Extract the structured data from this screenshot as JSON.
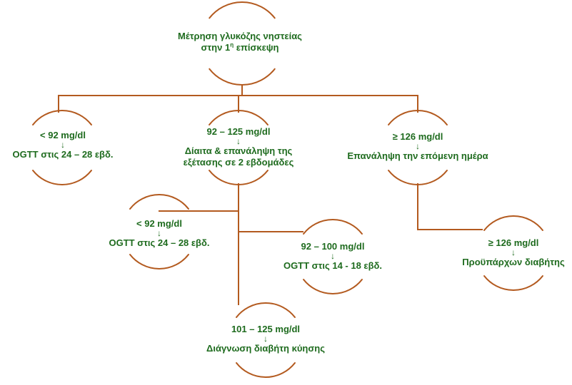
{
  "colors": {
    "connector": "#b35a1f",
    "text": "#1e6b1e",
    "background": "#ffffff"
  },
  "nodes": {
    "root": {
      "line1": "Μέτρηση γλυκόζης νηστείας",
      "line2_pre": "στην 1",
      "line2_sup": "η",
      "line2_post": " επίσκεψη"
    },
    "left": {
      "line1": "< 92 mg/dl",
      "arrow": "↓",
      "line2": "OGTT στις 24 – 28 εβδ."
    },
    "middle": {
      "line1": "92 – 125 mg/dl",
      "arrow": "↓",
      "line2": "Δίαιτα & επανάληψη της",
      "line3": "εξέτασης σε 2 εβδομάδες"
    },
    "right": {
      "line1": "≥ 126 mg/dl",
      "arrow": "↓",
      "line2": "Επανάληψη την επόμενη ημέρα"
    },
    "mid_left": {
      "line1": "< 92 mg/dl",
      "arrow": "↓",
      "line2": "OGTT στις 24 – 28 εβδ."
    },
    "mid_right": {
      "line1": "92 – 100 mg/dl",
      "arrow": "↓",
      "line2": "OGTT στις 14 - 18 εβδ."
    },
    "mid_bottom": {
      "line1": "101 – 125 mg/dl",
      "arrow": "↓",
      "line2": "Διάγνωση διαβήτη κύησης"
    },
    "right_bottom": {
      "line1": "≥ 126 mg/dl",
      "arrow": "↓",
      "line2": "Προϋπάρχων διαβήτης"
    }
  }
}
